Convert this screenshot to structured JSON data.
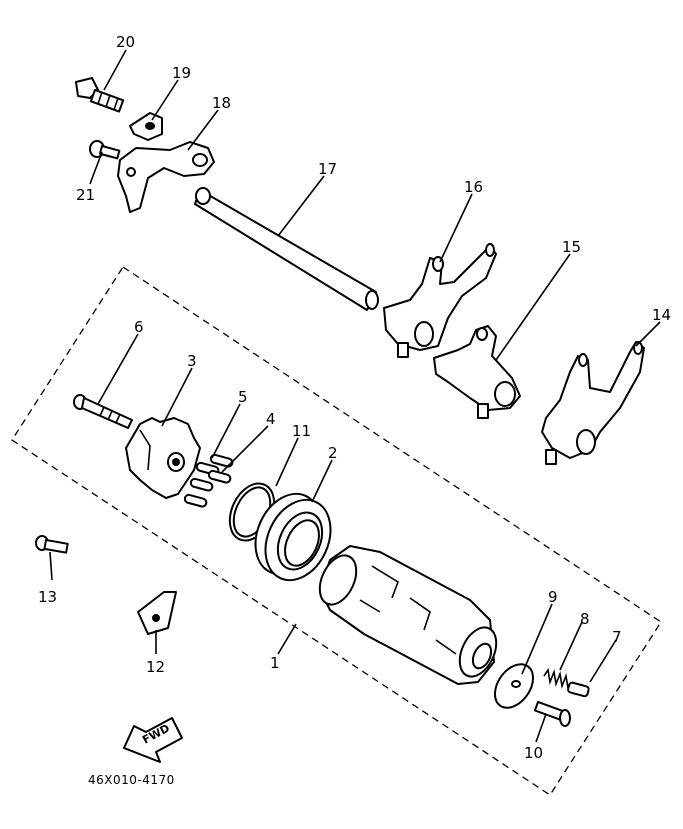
{
  "diagram": {
    "part_labels": {
      "p1": "1",
      "p2": "2",
      "p3": "3",
      "p4": "4",
      "p5": "5",
      "p6": "6",
      "p7": "7",
      "p8": "8",
      "p9": "9",
      "p10": "10",
      "p11": "11",
      "p12": "12",
      "p13": "13",
      "p14": "14",
      "p15": "15",
      "p16": "16",
      "p17": "17",
      "p18": "18",
      "p19": "19",
      "p20": "20",
      "p21": "21"
    },
    "fwd_label": "FWD",
    "drawing_code": "46X010-4170"
  }
}
